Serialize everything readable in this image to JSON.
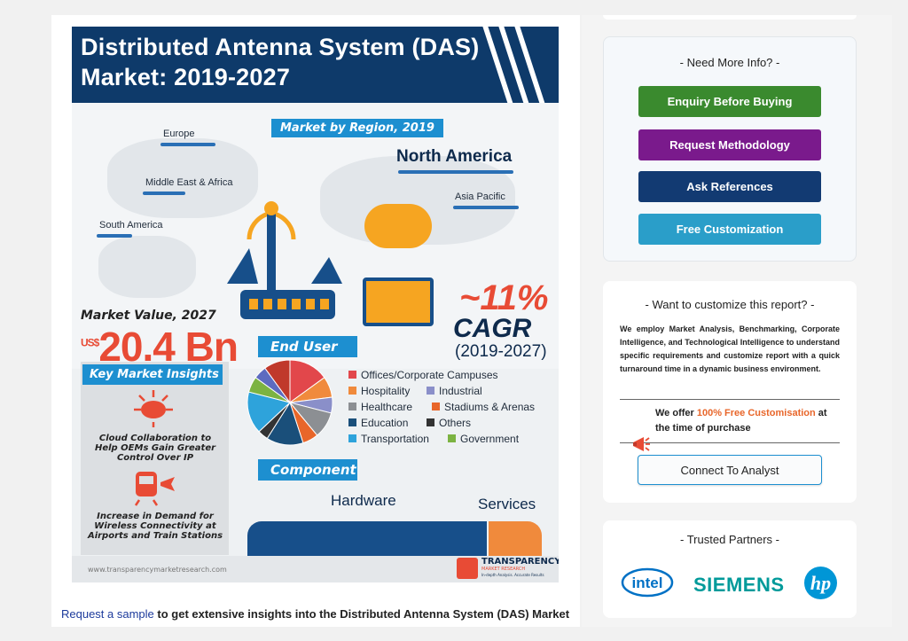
{
  "infographic": {
    "title_line1": "Distributed Antenna System (DAS)",
    "title_line2": "Market: 2019-2027",
    "region_tag": "Market by Region, 2019",
    "regions": {
      "europe": "Europe",
      "mea": "Middle East & Africa",
      "south_america": "South America",
      "north_america": "North America",
      "asia_pacific": "Asia Pacific"
    },
    "market_value_label": "Market Value, 2027",
    "currency": "US$",
    "market_value": "20.4 Bn",
    "cagr_pct": "~11%",
    "cagr_word": "CAGR",
    "cagr_years": "(2019-2027)",
    "key_insights_tag": "Key Market Insights",
    "insight1": "Cloud Collaboration to Help OEMs Gain Greater Control Over IP",
    "insight2": "Increase in Demand for Wireless Connectivity at Airports and Train Stations",
    "end_user_tag": "End User",
    "component_tag": "Component",
    "component_hardware": "Hardware",
    "component_services": "Services",
    "website": "www.transparencymarketresearch.com",
    "logo_name": "TRANSPARENCY",
    "logo_sub": "MARKET RESEARCH",
    "logo_tagline": "In-depth Analysis. Accurate Results"
  },
  "legend": [
    {
      "label": "Offices/Corporate Campuses",
      "color": "#e2474b"
    },
    {
      "label": "Hospitality",
      "color": "#f08a3c"
    },
    {
      "label": "Industrial",
      "color": "#8a8fc9"
    },
    {
      "label": "Healthcare",
      "color": "#8c8f93"
    },
    {
      "label": "Stadiums & Arenas",
      "color": "#e8662a"
    },
    {
      "label": "Education",
      "color": "#1a4f7a"
    },
    {
      "label": "Others",
      "color": "#333333"
    },
    {
      "label": "Transportation",
      "color": "#2ea3db"
    },
    {
      "label": "Government",
      "color": "#7cb342"
    }
  ],
  "pie_segments": [
    {
      "color": "#e2474b",
      "value": 15
    },
    {
      "color": "#f08a3c",
      "value": 8
    },
    {
      "color": "#8a8fc9",
      "value": 6
    },
    {
      "color": "#8c8f93",
      "value": 10
    },
    {
      "color": "#e8662a",
      "value": 6
    },
    {
      "color": "#1a4f7a",
      "value": 14
    },
    {
      "color": "#333333",
      "value": 4
    },
    {
      "color": "#2ea3db",
      "value": 16
    },
    {
      "color": "#7cb342",
      "value": 6
    },
    {
      "color": "#5d6bc0",
      "value": 5
    },
    {
      "color": "#c0392b",
      "value": 10
    }
  ],
  "component_split": {
    "hardware": 82,
    "services": 18
  },
  "sample": {
    "link": "Request a sample",
    "rest": " to get extensive insights into the Distributed Antenna System (DAS) Market"
  },
  "more_info": {
    "title": "- Need More Info? -",
    "buttons": [
      {
        "label": "Enquiry Before Buying",
        "color": "#3a8a2e"
      },
      {
        "label": "Request Methodology",
        "color": "#7a1a8c"
      },
      {
        "label": "Ask References",
        "color": "#123a72"
      },
      {
        "label": "Free Customization",
        "color": "#2a9ec9"
      }
    ]
  },
  "customize": {
    "title": "- Want to customize this report? -",
    "body": "We employ Market Analysis, Benchmarking, Corporate Intelligence, and Technological Intelligence to understand specific requirements and customize report with a quick turnaround time in a dynamic business environment.",
    "offer_pre": "We offer ",
    "offer_highlight": "100% Free Customisation",
    "offer_post": " at the time of purchase",
    "cta": "Connect To Analyst"
  },
  "partners": {
    "title": "- Trusted Partners -",
    "intel": "intel",
    "siemens": "SIEMENS",
    "hp": "hp"
  }
}
